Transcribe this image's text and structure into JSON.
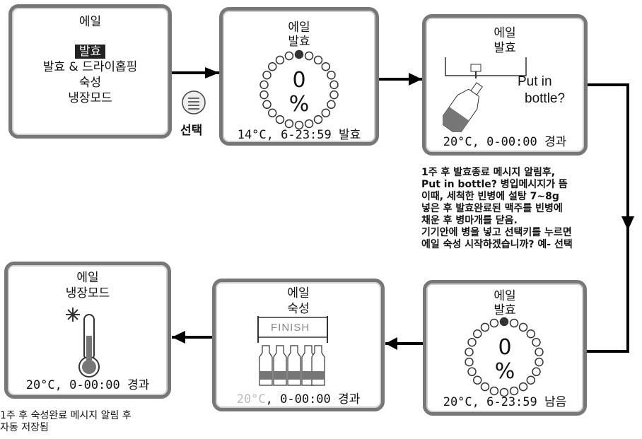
{
  "screen1": {
    "title": "에일",
    "selected": "발효",
    "items": [
      "발효 & 드라이홉핑",
      "숙성",
      "냉장모드"
    ]
  },
  "select_label": "선택",
  "screen2": {
    "title": "에일",
    "mode": "발효",
    "percent_value": "0",
    "percent_sign": "%",
    "status": "14°C, 6-23:59 발효"
  },
  "screen3": {
    "title": "에일",
    "mode": "발효",
    "prompt_line1": "Put in",
    "prompt_line2": "bottle?",
    "status": "20°C, 0-00:00 경과"
  },
  "note_right": [
    "1주 후 발효종료 메시지 알림후,",
    "Put in bottle? 병입메시지가 뜸",
    "이때, 세척한 빈병에 설탕 7~8g",
    "넣은 후 발효완료된 맥주를 빈병에",
    "채운 후 병마개를 닫음.",
    "기기안에 병을 넣고 선택키를 누르면",
    "에일 숙성 시작하겠습니까? 예- 선택"
  ],
  "screen4": {
    "title": "에일",
    "mode": "발효",
    "percent_value": "0",
    "percent_sign": "%",
    "status": "20°C, 6-23:59 남음"
  },
  "screen5": {
    "title": "에일",
    "mode": "숙성",
    "banner": "FINISH",
    "status_temp": "20°C",
    "status_rest": ", 0-00:00 경과"
  },
  "screen6": {
    "title": "에일",
    "mode": "냉장모드",
    "status": "20°C, 0-00:00 경과"
  },
  "note_bottom": [
    "1주 후 숙성완료 메시지 알림 후",
    "자동 저장됨"
  ],
  "icons": [
    "menu-list-icon",
    "progress-ring-icon",
    "tap-bottle-icon",
    "finish-bottles-icon",
    "snowflake-thermometer-icon"
  ]
}
